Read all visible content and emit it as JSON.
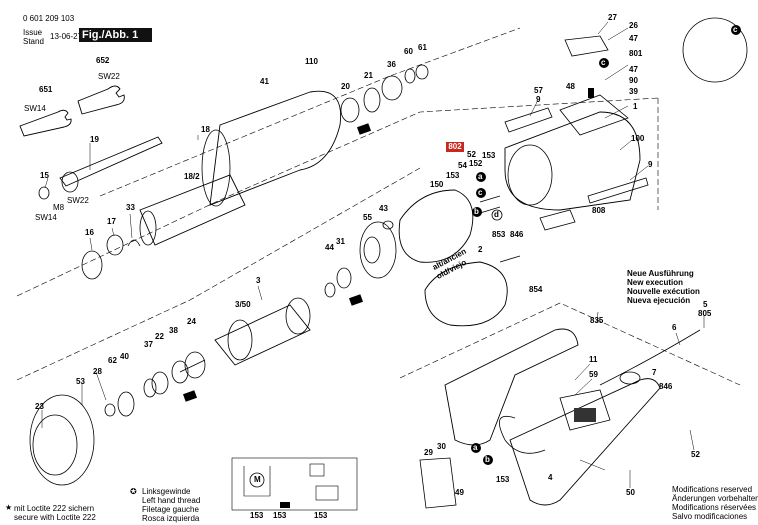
{
  "header": {
    "drawing_number": "0 601 209 103",
    "issue_label": "Issue",
    "stand_label": "Stand",
    "issue_date": "13-06-27",
    "figure_label": "Fig./Abb. 1"
  },
  "highlighted_part": "802",
  "colors": {
    "highlight": "#c8281e",
    "line": "#000000"
  },
  "new_execution": [
    "Neue Ausführung",
    "New execution",
    "Nouvelle exécution",
    "Nueva ejecución"
  ],
  "old_execution": [
    "alt/ancien",
    "old/viejo"
  ],
  "old_execution_number": "2",
  "loctite_note": [
    "mit Loctite 222 sichern",
    "secure with Loctite 222"
  ],
  "left_thread_note": [
    "Linksgewinde",
    "Left hand thread",
    "Filetage gauche",
    "Rosca izquierda"
  ],
  "modifications_note": [
    "Modifications reserved",
    "Änderungen vorbehalten",
    "Modifications réservées",
    "Salvo modificaciones"
  ],
  "tools": {
    "sw22_a": "SW22",
    "sw14_a": "SW14",
    "sw22_b": "SW22",
    "sw14_b": "SW14",
    "m8": "M8"
  },
  "letters": {
    "a": "a",
    "b": "b",
    "c": "c",
    "d": "d",
    "m": "M"
  },
  "parts": {
    "p27": "27",
    "p26": "26",
    "p47a": "47",
    "p801": "801",
    "p47b": "47",
    "p90": "90",
    "p39": "39",
    "p1": "1",
    "p48": "48",
    "p57": "57",
    "p9a": "9",
    "p100": "100",
    "p9b": "9",
    "p808": "808",
    "p110": "110",
    "p41": "41",
    "p21": "21",
    "p36": "36",
    "p60": "60",
    "p61": "61",
    "p20": "20",
    "p652": "652",
    "p651": "651",
    "p19": "19",
    "p18": "18",
    "p182": "18/2",
    "p15": "15",
    "p153a": "153",
    "p52a": "52",
    "p54": "54",
    "p150": "150",
    "p153b": "153",
    "p152": "152",
    "p43": "43",
    "p55": "55",
    "p33": "33",
    "p16": "16",
    "p17": "17",
    "p44": "44",
    "p31": "31",
    "p853": "853",
    "p846a": "846",
    "p854": "854",
    "p3": "3",
    "p350": "3/50",
    "p5": "5",
    "p805": "805",
    "p835": "835",
    "p6": "6",
    "p62": "62",
    "p40": "40",
    "p37": "37",
    "p22": "22",
    "p38": "38",
    "p24": "24",
    "p28": "28",
    "p53": "53",
    "p23": "23",
    "p11": "11",
    "p59": "59",
    "p7": "7",
    "p846b": "846",
    "p30": "30",
    "p29": "29",
    "p49": "49",
    "p153c": "153",
    "p4": "4",
    "p50": "50",
    "p52b": "52",
    "p153d": "153",
    "p153e": "153",
    "p153f": "153"
  }
}
